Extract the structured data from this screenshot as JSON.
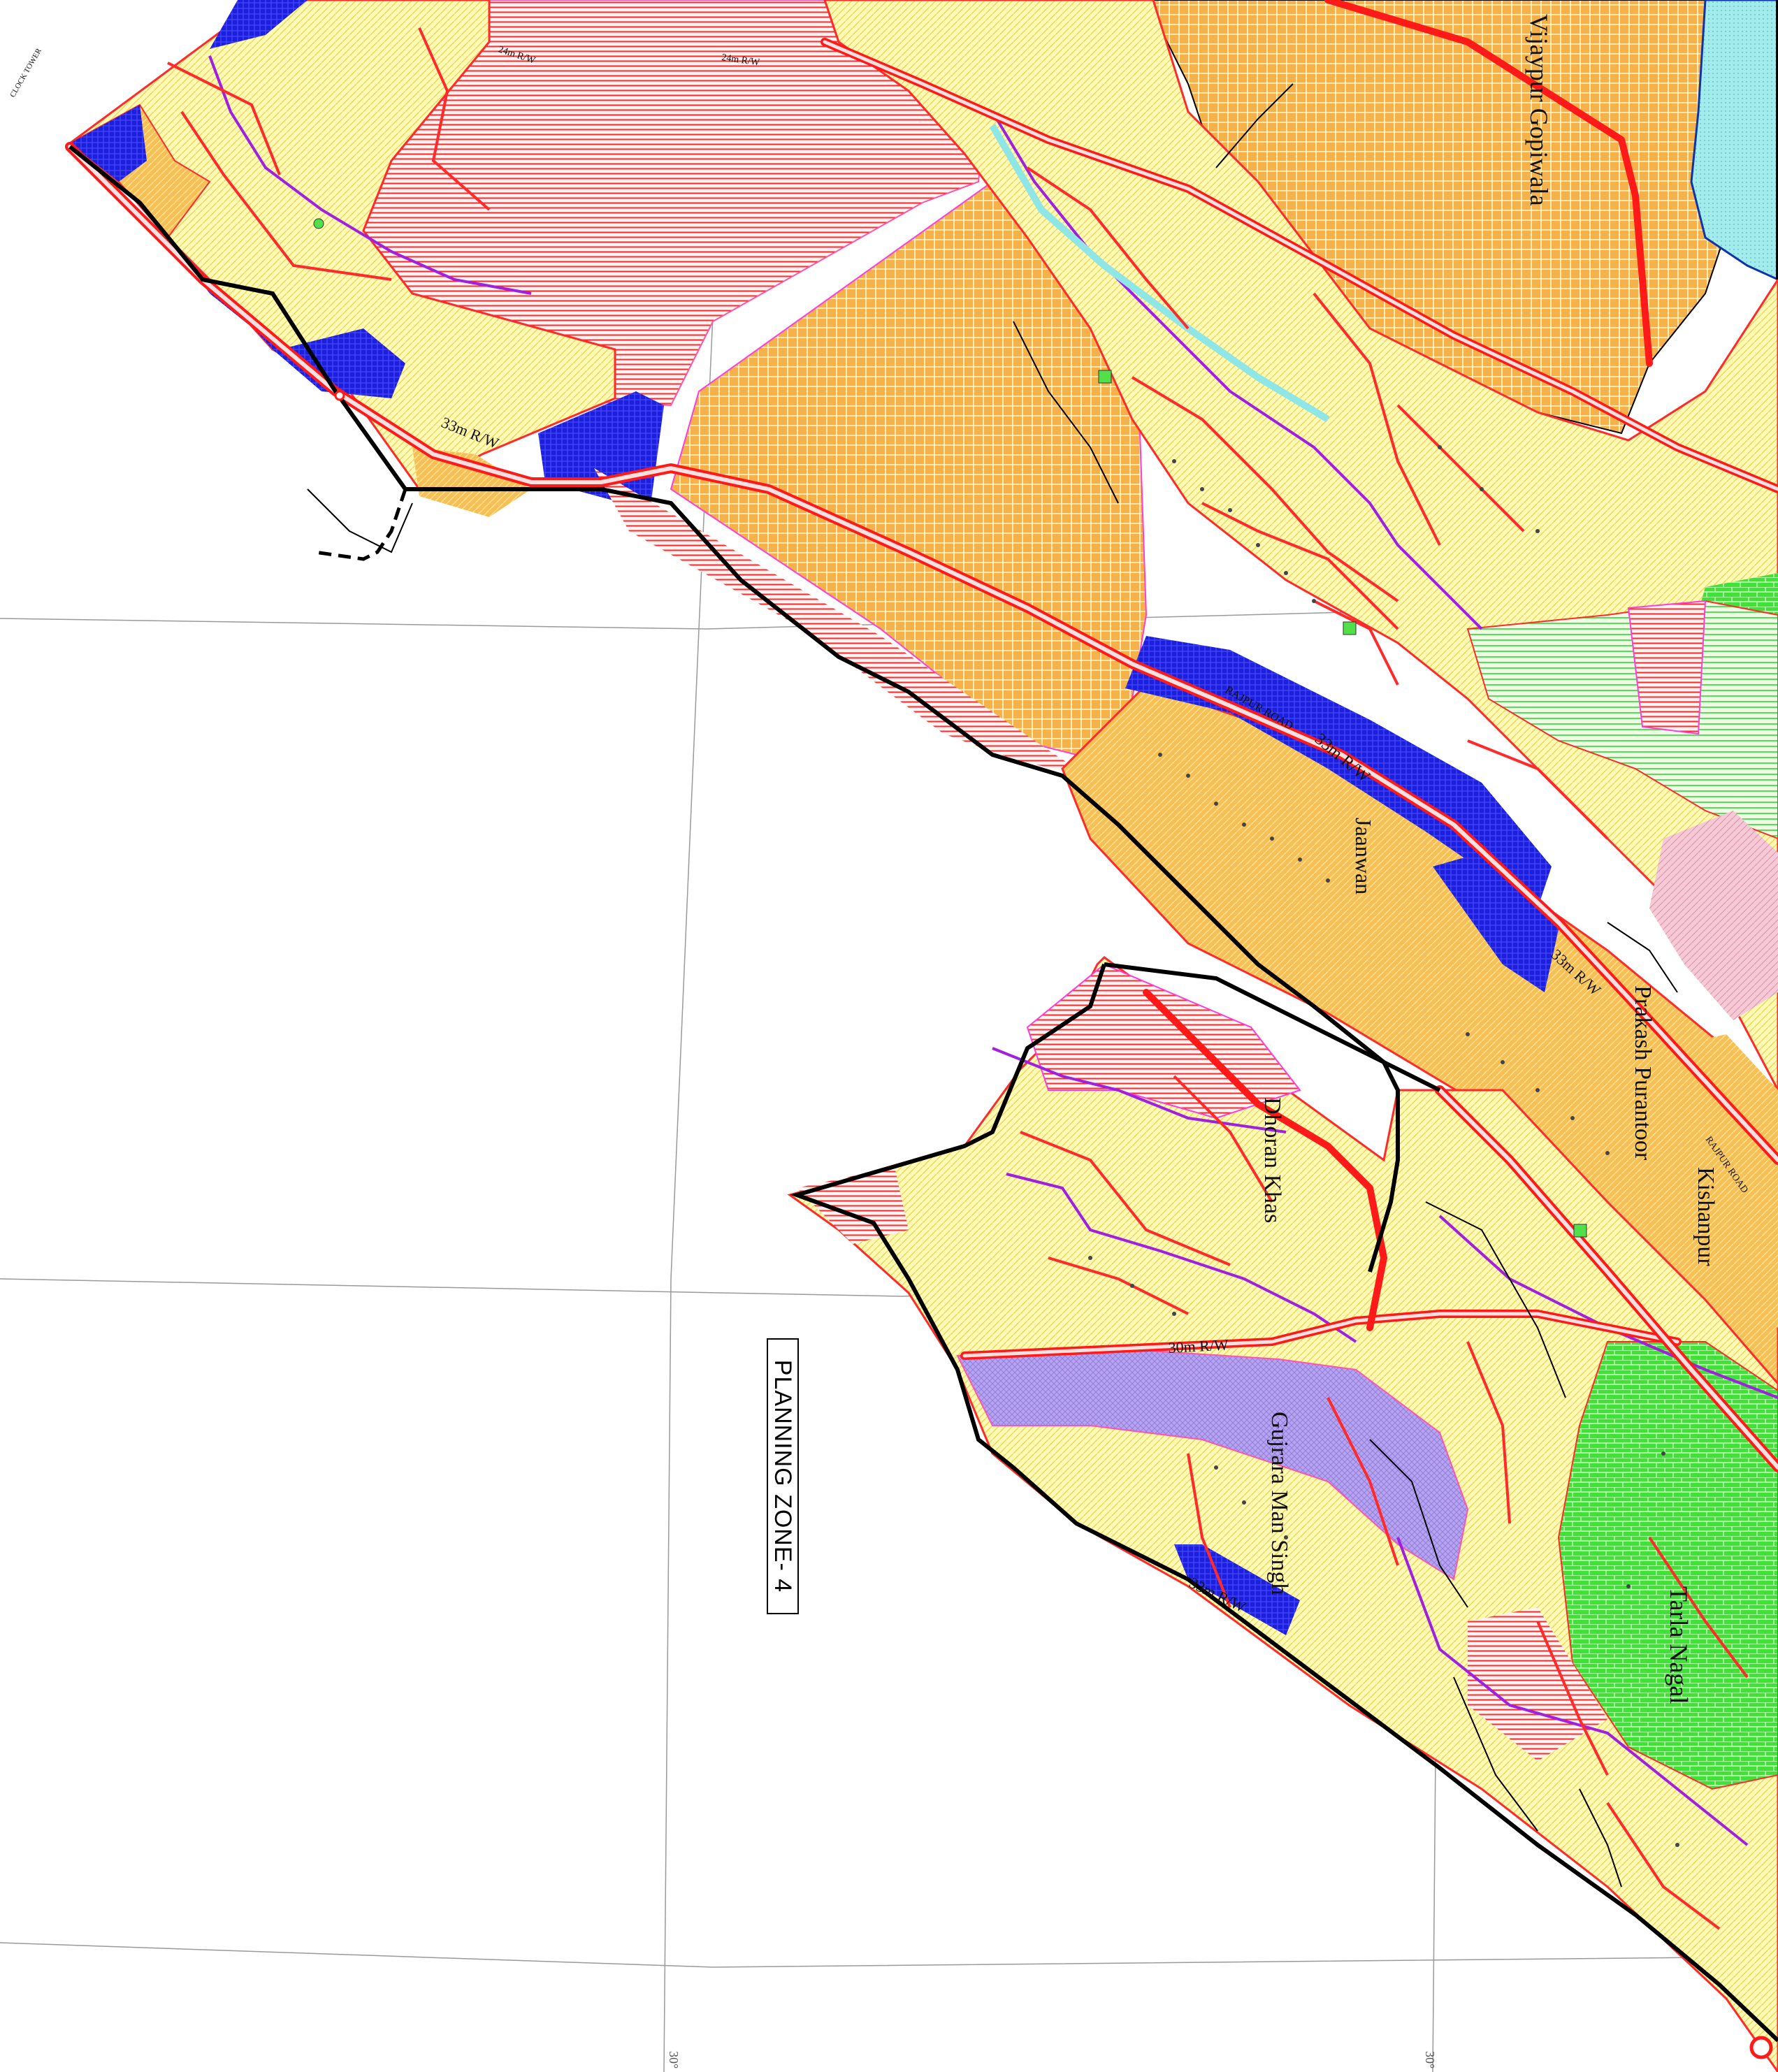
{
  "map": {
    "zone_label": "PLANNING ZONE- 4",
    "places": {
      "vijaypur": "Vijaypur Gopiwala",
      "jaanwan": "Jaanwan",
      "dhoran": "Dhoran Khas",
      "prakash": "Prakash Purantoor",
      "kishanpur": "Kishanpur",
      "gujrara": "Gujrara Man Singh",
      "tarla": "Tarla Nagal"
    },
    "roads": {
      "r24_a": "24m R/W",
      "r24_b": "24m R/W",
      "r33_a": "33m R/W",
      "r33_b": "33m R/W",
      "r33_c": "33m R/W",
      "r33_d": "33m R/W",
      "r30": "30m R/W",
      "rajpur": "RAJPUR ROAD",
      "rajpur2": "RAJPUR ROAD",
      "clock": "CLOCK TOWER"
    },
    "grid_ticks": {
      "t1": "30°",
      "t2": "30°"
    },
    "legend_colors": {
      "residential": "#fcfca0",
      "residential_hatch": "#f2c24d",
      "commercial_mixed": "#e07a30",
      "public_institutional": "#ff3333",
      "protected_forest": "#35d43a",
      "recreational": "#1d22e0",
      "government": "#a890e0",
      "water": "#8ee6e6",
      "road": "#ff1a1a",
      "boundary": "#000000"
    }
  }
}
